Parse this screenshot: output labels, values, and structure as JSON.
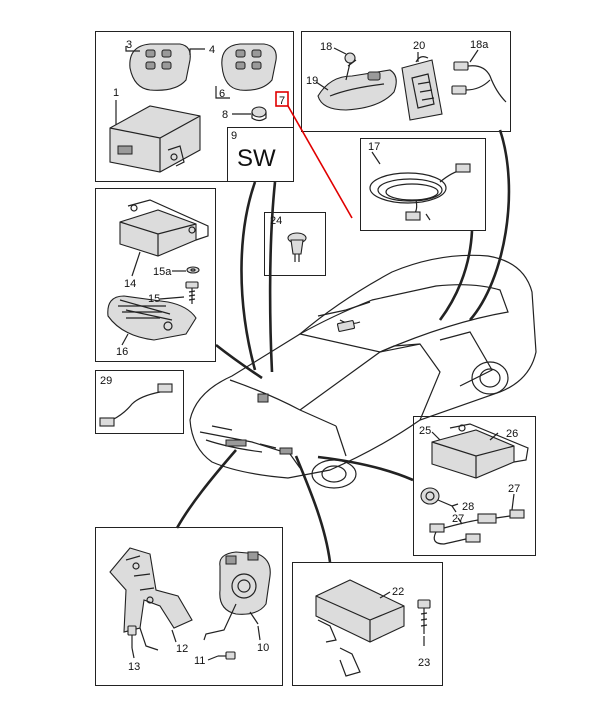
{
  "diagram": {
    "callouts": {
      "c1": "1",
      "c3": "3",
      "c4": "4",
      "c6": "6",
      "c7": "7",
      "c8": "8",
      "c9": "9",
      "c10": "10",
      "c11": "11",
      "c12": "12",
      "c13": "13",
      "c14": "14",
      "c15": "15",
      "c15a": "15a",
      "c16": "16",
      "c17": "17",
      "c18": "18",
      "c18a": "18a",
      "c19": "19",
      "c20": "20",
      "c22": "22",
      "c23": "23",
      "c24": "24",
      "c25": "25",
      "c26": "26",
      "c27a": "27",
      "c27b": "27",
      "c28": "28",
      "c29": "29"
    },
    "variant_label": "SW",
    "highlight_color": "#e00000"
  }
}
